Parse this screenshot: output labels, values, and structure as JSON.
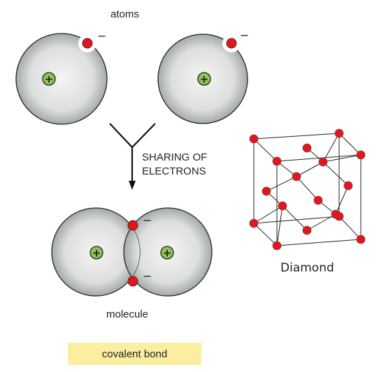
{
  "labels": {
    "atoms": "atoms",
    "sharing_line1": "SHARING OF",
    "sharing_line2": "ELECTRONS",
    "molecule": "molecule",
    "diamond": "Diamond",
    "covalent_bond": "covalent bond"
  },
  "symbols": {
    "plus": "+",
    "minus": "−"
  },
  "colors": {
    "electron": "#e8141c",
    "nucleus": "#8fc257",
    "atom_edge": "#9aa19e",
    "atom_center": "#f4f5f4",
    "bond_highlight": "#fbeea0"
  }
}
